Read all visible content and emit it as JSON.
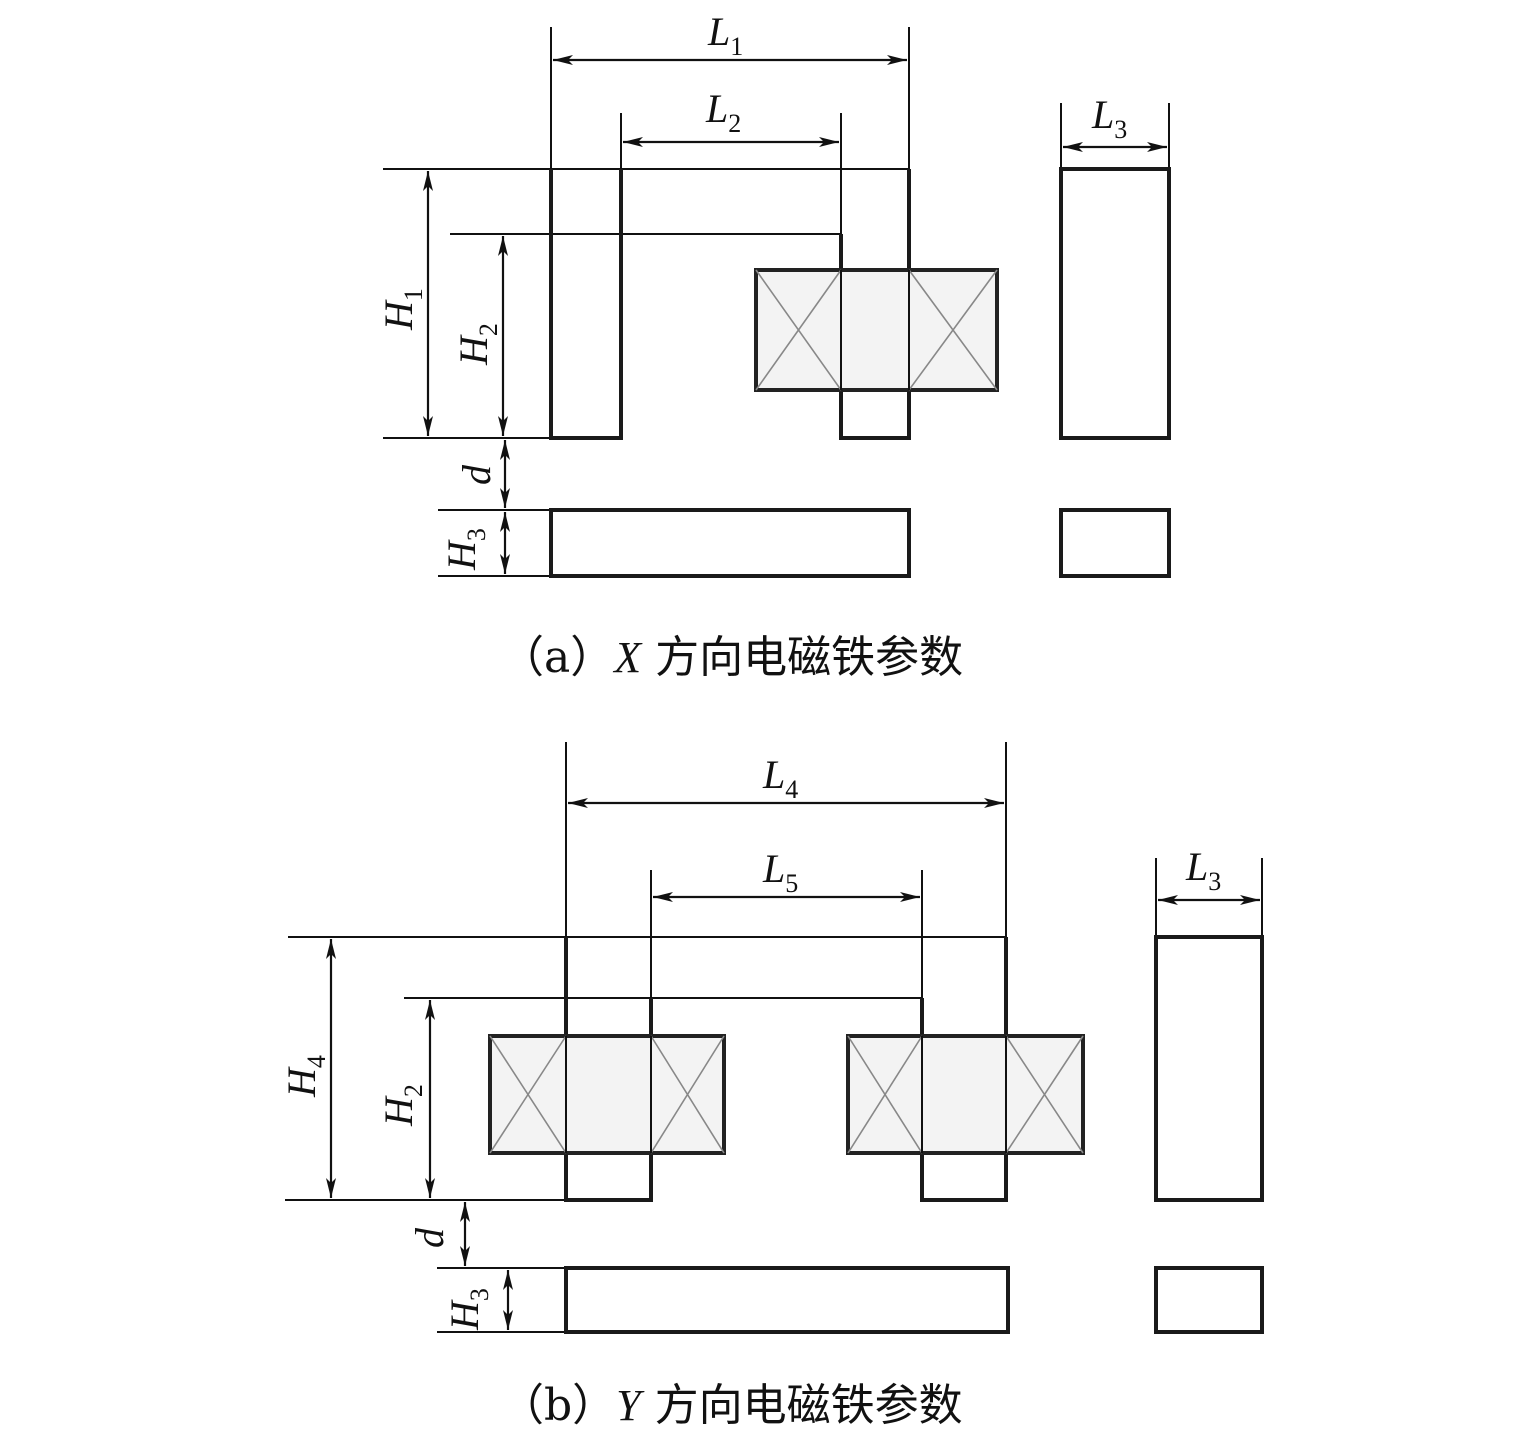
{
  "panel_a": {
    "labels": {
      "L1": {
        "main": "L",
        "sub": "1"
      },
      "L2": {
        "main": "L",
        "sub": "2"
      },
      "L3": {
        "main": "L",
        "sub": "3"
      },
      "H1": {
        "main": "H",
        "sub": "1"
      },
      "H2": {
        "main": "H",
        "sub": "2"
      },
      "H3": {
        "main": "H",
        "sub": "3"
      },
      "d": {
        "main": "d"
      }
    },
    "caption": {
      "prefix": "（a）",
      "axis": "X",
      "text": " 方向电磁铁参数"
    }
  },
  "panel_b": {
    "labels": {
      "L4": {
        "main": "L",
        "sub": "4"
      },
      "L5": {
        "main": "L",
        "sub": "5"
      },
      "L3": {
        "main": "L",
        "sub": "3"
      },
      "H4": {
        "main": "H",
        "sub": "4"
      },
      "H2": {
        "main": "H",
        "sub": "2"
      },
      "H3": {
        "main": "H",
        "sub": "3"
      },
      "d": {
        "main": "d"
      }
    },
    "caption": {
      "prefix": "（b）",
      "axis": "Y",
      "text": " 方向电磁铁参数"
    }
  },
  "colors": {
    "line": "#111111",
    "coil_fill": "#f3f3f3",
    "coil_cross": "#888888"
  }
}
